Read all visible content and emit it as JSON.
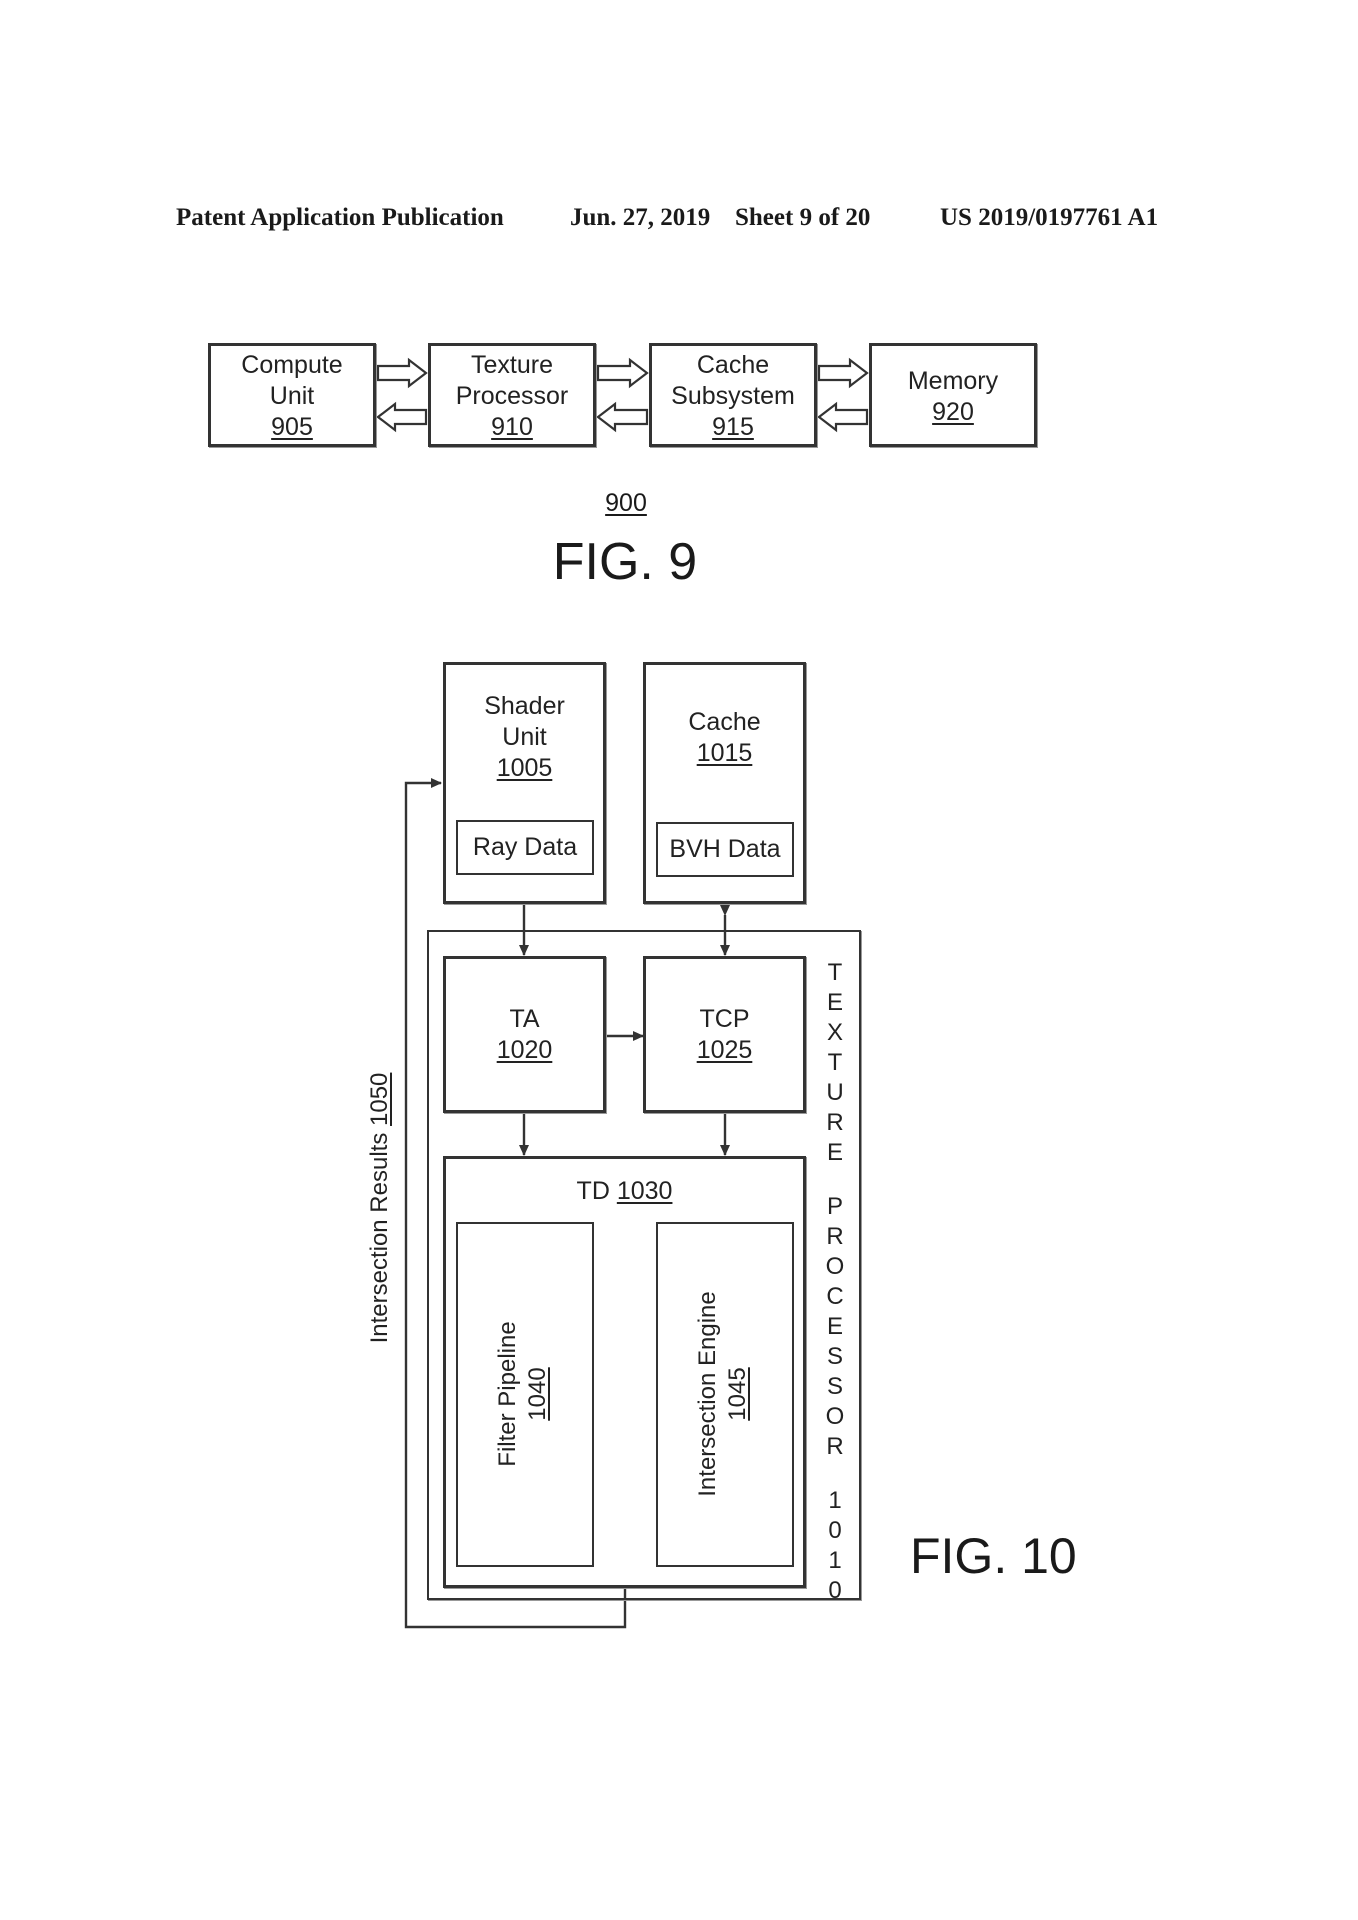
{
  "header": {
    "title": "Patent Application Publication",
    "date": "Jun. 27, 2019",
    "sheet": "Sheet 9 of 20",
    "number": "US 2019/0197761 A1"
  },
  "fig9": {
    "title": "FIG. 9",
    "ref": "900",
    "boxes": [
      {
        "line1": "Compute",
        "line2": "Unit",
        "num": "905"
      },
      {
        "line1": "Texture",
        "line2": "Processor",
        "num": "910"
      },
      {
        "line1": "Cache",
        "line2": "Subsystem",
        "num": "915"
      },
      {
        "line1": "Memory",
        "num": "920"
      }
    ]
  },
  "fig10": {
    "title": "FIG. 10",
    "shader_unit": {
      "line1": "Shader",
      "line2": "Unit",
      "num": "1005",
      "inner": "Ray Data"
    },
    "cache": {
      "line1": "Cache",
      "num": "1015",
      "inner": "BVH Data"
    },
    "ta": {
      "line1": "TA",
      "num": "1020"
    },
    "tcp": {
      "line1": "TCP",
      "num": "1025"
    },
    "td": {
      "label": "TD",
      "num": "1030"
    },
    "filter_pipeline": {
      "label": "Filter Pipeline",
      "num": "1040"
    },
    "intersection_engine": {
      "label": "Intersection Engine",
      "num": "1045"
    },
    "texture_processor": {
      "letters": "TEXTURE PROCESSOR 1010"
    },
    "intersection_results": {
      "label": "Intersection Results",
      "num": "1050"
    }
  }
}
